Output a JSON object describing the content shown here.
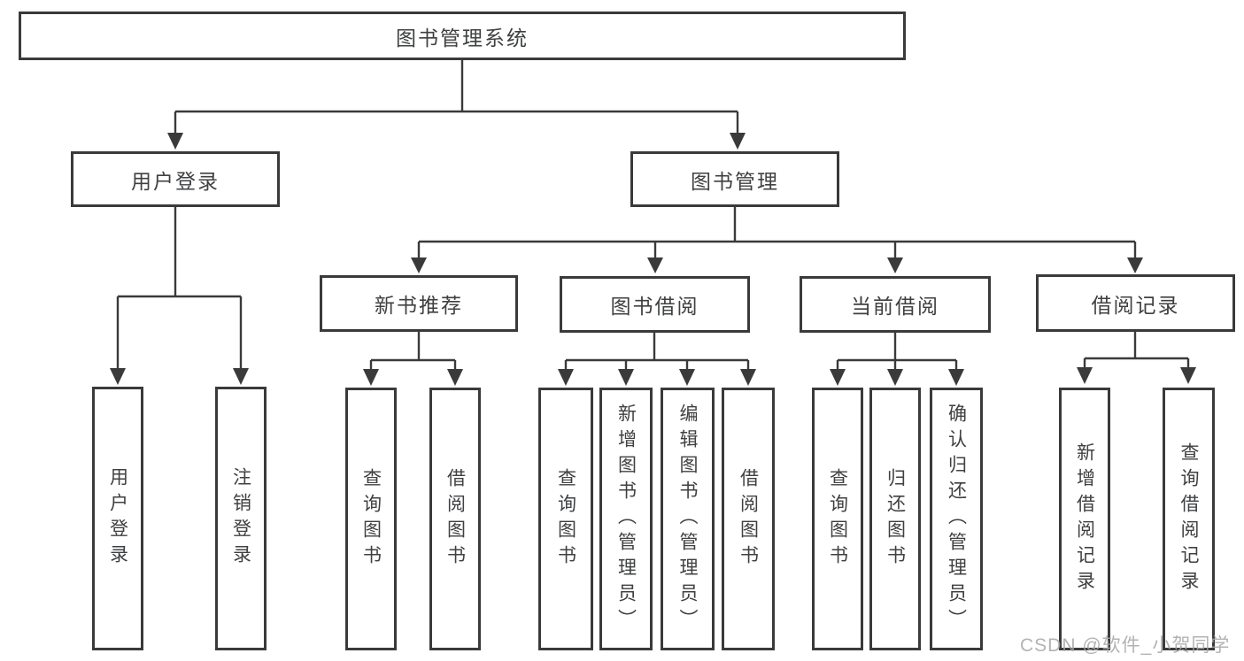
{
  "tree": {
    "label": "图书管理系统",
    "children": [
      {
        "label": "用户登录",
        "children": [
          {
            "label": "用户登录"
          },
          {
            "label": "注销登录"
          }
        ]
      },
      {
        "label": "图书管理",
        "children": [
          {
            "label": "新书推荐",
            "children": [
              {
                "label": "查询图书"
              },
              {
                "label": "借阅图书"
              }
            ]
          },
          {
            "label": "图书借阅",
            "children": [
              {
                "label": "查询图书"
              },
              {
                "label": "新增图书（管理员）"
              },
              {
                "label": "编辑图书（管理员）"
              },
              {
                "label": "借阅图书"
              }
            ]
          },
          {
            "label": "当前借阅",
            "children": [
              {
                "label": "查询图书"
              },
              {
                "label": "归还图书"
              },
              {
                "label": "确认归还（管理员）"
              }
            ]
          },
          {
            "label": "借阅记录",
            "children": [
              {
                "label": "新增借阅记录"
              },
              {
                "label": "查询借阅记录"
              }
            ]
          }
        ]
      }
    ]
  },
  "watermark": {
    "text": "CSDN @软件_小贺同学"
  },
  "colors": {
    "line": "#3a3a3a",
    "text": "#3f4042",
    "background": "#ffffff",
    "watermark": "#a6a6a6"
  }
}
